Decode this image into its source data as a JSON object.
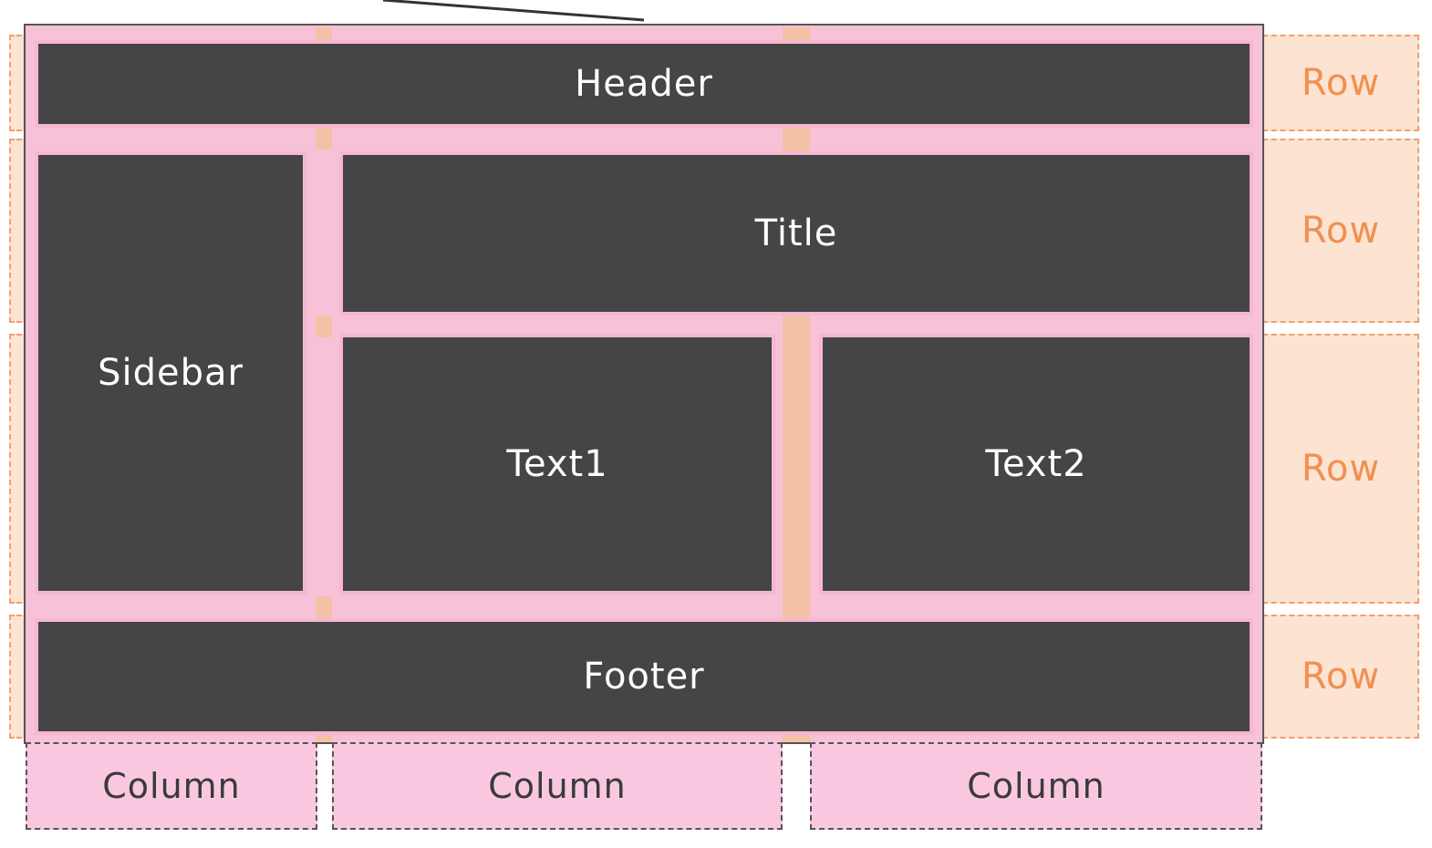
{
  "diagram": {
    "items": {
      "header": "Header",
      "sidebar": "Sidebar",
      "title": "Title",
      "text1": "Text1",
      "text2": "Text2",
      "footer": "Footer"
    },
    "row_labels": [
      "Row",
      "Row",
      "Row",
      "Row"
    ],
    "column_labels": [
      "Column",
      "Column",
      "Column"
    ],
    "colors": {
      "item_fill": "#454545",
      "item_text": "#ffffff",
      "row_track": "#fde3d2",
      "row_text": "#f09050",
      "column_track": "#f9c8e0",
      "gap": "#f7c2d8"
    }
  }
}
